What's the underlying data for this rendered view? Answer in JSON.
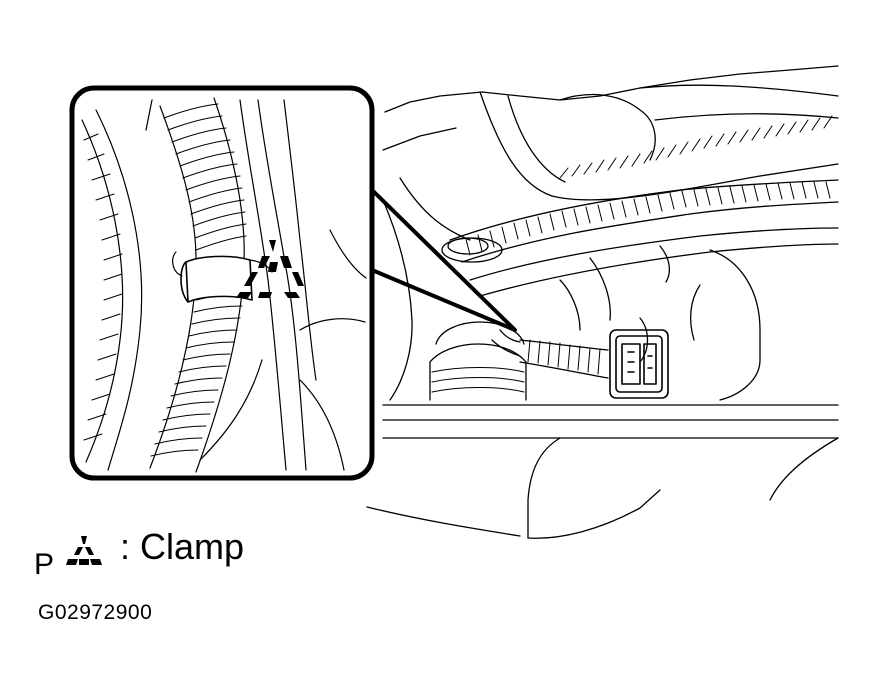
{
  "figure": {
    "code": "G02972900"
  },
  "legend": {
    "marker": "P",
    "icon": "clamp-triangle-icon",
    "label": ": Clamp"
  },
  "colors": {
    "line": "#000000",
    "background": "#ffffff"
  }
}
